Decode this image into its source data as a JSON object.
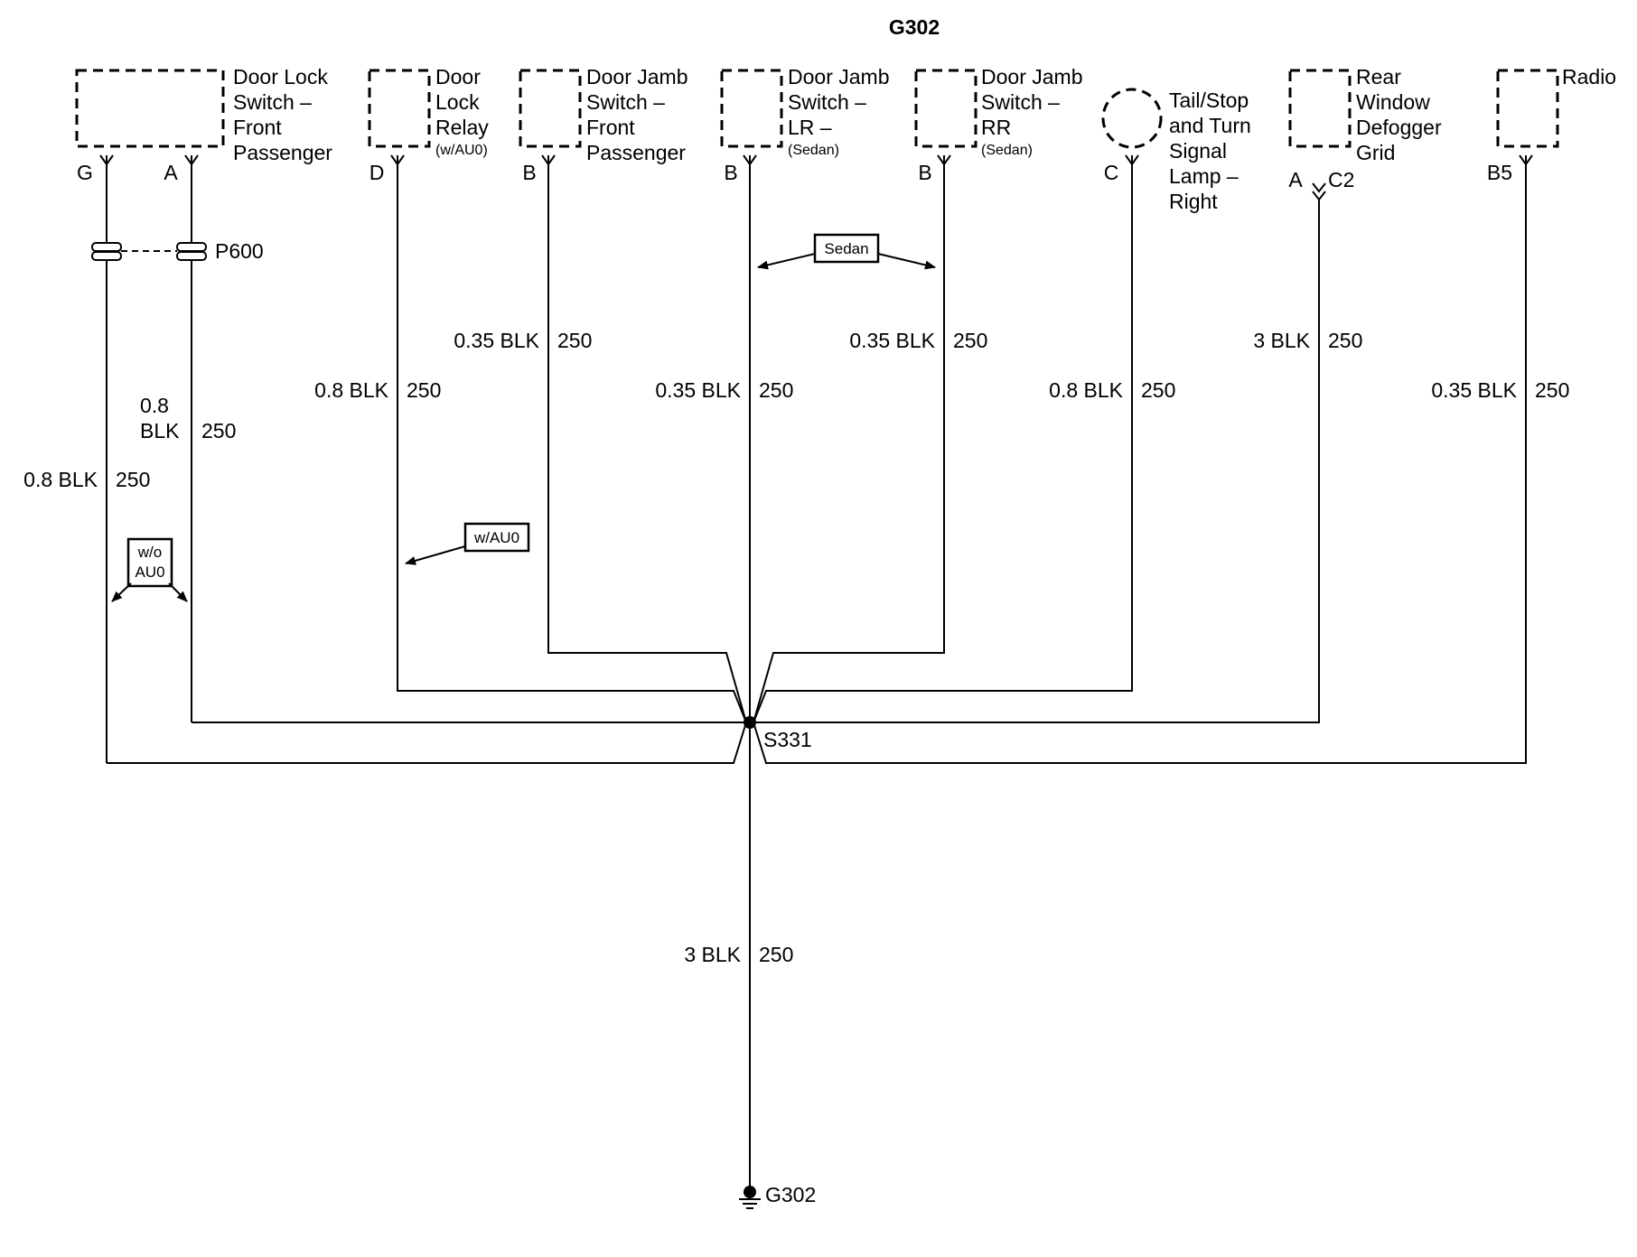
{
  "title": "G302",
  "components": {
    "door_lock_switch_fp": {
      "lines": [
        "Door Lock",
        "Switch –",
        "Front",
        "Passenger"
      ],
      "pins": [
        "G",
        "A"
      ]
    },
    "door_lock_relay": {
      "lines": [
        "Door",
        "Lock",
        "Relay"
      ],
      "note": "(w/AU0)",
      "pin": "D"
    },
    "door_jamb_fp": {
      "lines": [
        "Door Jamb",
        "Switch –",
        "Front",
        "Passenger"
      ],
      "pin": "B"
    },
    "door_jamb_lr": {
      "lines": [
        "Door Jamb",
        "Switch –",
        "LR –"
      ],
      "note": "(Sedan)",
      "pin": "B"
    },
    "door_jamb_rr": {
      "lines": [
        "Door Jamb",
        "Switch –",
        "RR"
      ],
      "note": "(Sedan)",
      "pin": "B"
    },
    "tail_lamp": {
      "lines": [
        "Tail/Stop",
        "and Turn",
        "Signal",
        "Lamp –",
        "Right"
      ],
      "pin": "C"
    },
    "defogger": {
      "lines": [
        "Rear",
        "Window",
        "Defogger",
        "Grid"
      ],
      "pin": "A",
      "connector": "C2"
    },
    "radio": {
      "lines": [
        "Radio"
      ],
      "pin": "B5"
    }
  },
  "connector_p600": "P600",
  "options": {
    "sedan": "Sedan",
    "with_au0": "w/AU0",
    "without_au0": [
      "w/o",
      "AU0"
    ]
  },
  "wires": {
    "g_wire": {
      "size": "0.8 BLK",
      "circuit": "250"
    },
    "a_wire": {
      "size_lines": [
        "0.8",
        "BLK"
      ],
      "circuit": "250"
    },
    "relay_wire": {
      "size": "0.8 BLK",
      "circuit": "250"
    },
    "jamb_fp_wire": {
      "size": "0.35 BLK",
      "circuit": "250"
    },
    "jamb_lr_wire": {
      "size": "0.35 BLK",
      "circuit": "250"
    },
    "jamb_rr_wire": {
      "size": "0.35 BLK",
      "circuit": "250"
    },
    "tail_wire": {
      "size": "0.8 BLK",
      "circuit": "250"
    },
    "defog_wire": {
      "size": "3 BLK",
      "circuit": "250"
    },
    "radio_wire": {
      "size": "0.35 BLK",
      "circuit": "250"
    },
    "main_wire": {
      "size": "3 BLK",
      "circuit": "250"
    }
  },
  "splice": "S331",
  "ground": "G302"
}
